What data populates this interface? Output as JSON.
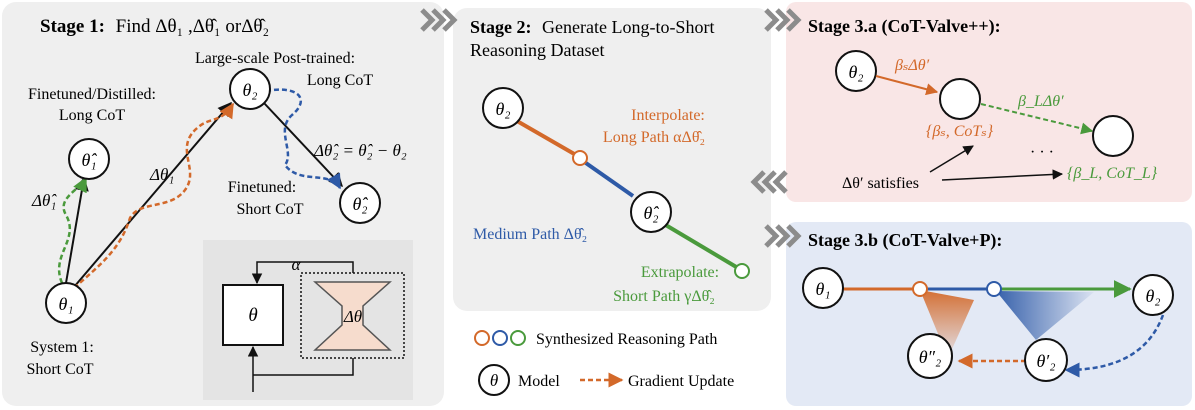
{
  "stage1": {
    "title_bold": "Stage 1:",
    "title_rest": "Find Δθ₁ ,Δθ̂₁ orΔθ̂₂",
    "label_finetuned_line1": "Finetuned/Distilled:",
    "label_finetuned_line2": "Long CoT",
    "label_large_line1": "Large-scale Post-trained:",
    "label_large_line2": "Long CoT",
    "label_short_line1": "Finetuned:",
    "label_short_line2": "Short CoT",
    "label_system_line1": "System 1:",
    "label_system_line2": "Short CoT",
    "node_theta1": "θ₁",
    "node_theta2": "θ₂",
    "node_theta1_hat": "θ̂₁",
    "node_theta2_hat": "θ̂₂",
    "delta_theta1": "Δθ₁",
    "delta_theta1_hat": "Δθ̂₁",
    "delta_theta2_eq": "Δθ̂₂ = θ̂₂ − θ₂",
    "inset_theta": "θ",
    "inset_alpha": "α",
    "inset_delta": "Δθ"
  },
  "stage2": {
    "title_bold": "Stage 2:",
    "title_line1": "Generate Long-to-Short",
    "title_line2": "Reasoning Dataset",
    "node_theta2": "θ₂",
    "node_theta2_hat": "θ̂₂",
    "interp_line1": "Interpolate:",
    "interp_line2": "Long Path αΔθ̂₂",
    "medium": "Medium Path Δθ̂₂",
    "extrap_line1": "Extrapolate:",
    "extrap_line2": "Short Path γΔθ̂₂"
  },
  "legend": {
    "synth": "Synthesized Reasoning Path",
    "model_symbol": "θ",
    "model": "Model",
    "grad": "Gradient Update"
  },
  "stage3a": {
    "title": "Stage 3.a (CoT-Valve++):",
    "node_theta2": "θ₂",
    "beta_s": "βₛΔθ′",
    "beta_l": "β_LΔθ′",
    "set_s": "{βₛ, CoTₛ}",
    "set_l": "{β_L, CoT_L}",
    "dots": "· · ·",
    "satisfies": "Δθ′ satisfies"
  },
  "stage3b": {
    "title": "Stage 3.b (CoT-Valve+P):",
    "node_theta1": "θ₁",
    "node_theta2": "θ₂",
    "node_theta2_pp": "θ″₂",
    "node_theta2_p": "θ′₂"
  },
  "colors": {
    "orange": "#d3692a",
    "blue": "#2e5aa7",
    "green": "#4a9a3c",
    "panel_gray": "#efefef",
    "panel_pink": "#f9e6e6",
    "panel_blue": "#e3e9f5",
    "inset_gray": "#e4e4e4",
    "valve_fill": "#f6dccd",
    "arrow_gray": "#8c8c8c"
  }
}
